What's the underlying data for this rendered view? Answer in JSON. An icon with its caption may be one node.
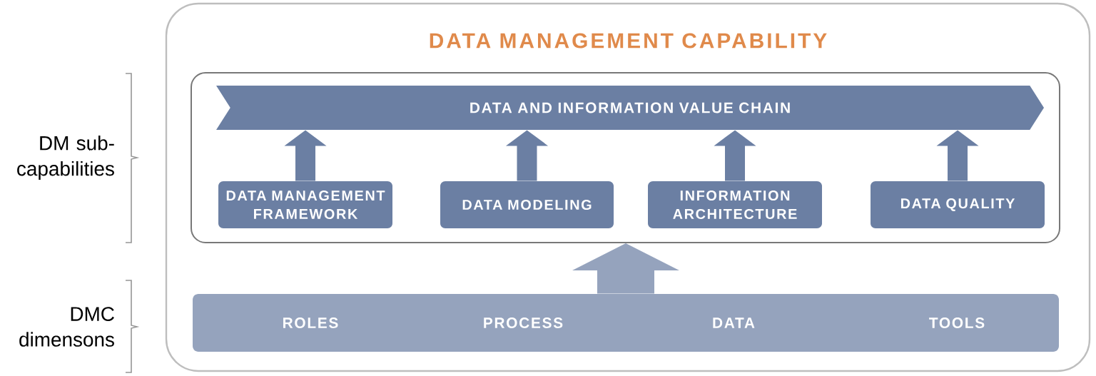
{
  "diagram": {
    "nodes": [
      {
        "text": [
          "DATA MANAGEMENT CAPABILITY"
        ]
      },
      {
        "text": [],
        "shape": "box",
        "in": 0
      },
      {
        "text": [
          "DATA AND INFORMATION VALUE CHAIN"
        ],
        "in": 1
      },
      {
        "text": [
          "DATA MANAGEMENT FRAMEWORK"
        ],
        "in": 1
      },
      {
        "text": [
          "DATA MODELING"
        ],
        "in": 1
      },
      {
        "text": [
          "INFORMATION ARCHITECTURE"
        ],
        "in": 1
      },
      {
        "text": [
          "DATA QUALITY"
        ],
        "in": 1
      },
      {
        "text": [
          "ROLES",
          "PROCESS",
          "DATA",
          "TOOLS"
        ],
        "in": 0
      }
    ],
    "edges": [
      {
        "from": 3,
        "to": 2,
        "arrow": "to"
      },
      {
        "from": 4,
        "to": 2,
        "arrow": "to"
      },
      {
        "from": 5,
        "to": 2,
        "arrow": "to"
      },
      {
        "from": 6,
        "to": 2,
        "arrow": "to"
      },
      {
        "from": 7,
        "to": 1,
        "arrow": "to",
        "style": "thick",
        "color": "#95a3bd"
      }
    ],
    "labels": [
      "DM sub-capabilities",
      "DMC dimensons"
    ]
  }
}
